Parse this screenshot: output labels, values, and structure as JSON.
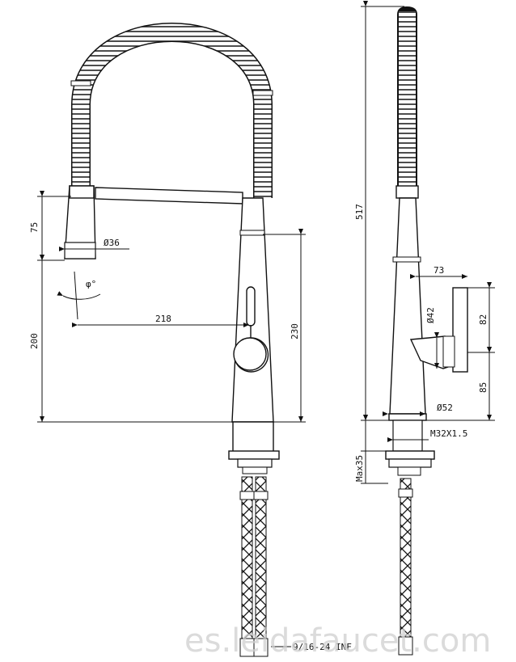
{
  "drawing": {
    "front_view": {
      "dimensions": {
        "spout_drop": "75",
        "spray_head_dia": "Ø36",
        "reach": "218",
        "spout_height": "200",
        "body_height": "230",
        "swivel_angle": "φ°"
      },
      "hose_fitting": "9/16-24 INF"
    },
    "side_view": {
      "dimensions": {
        "total_height": "517",
        "handle_reach": "73",
        "handle_dia": "Ø42",
        "handle_length": "82",
        "handle_height": "85",
        "base_dia": "Ø52",
        "thread": "M32X1.5",
        "max_deck": "Max35"
      }
    }
  },
  "watermark": "es.leidafaucet.com"
}
